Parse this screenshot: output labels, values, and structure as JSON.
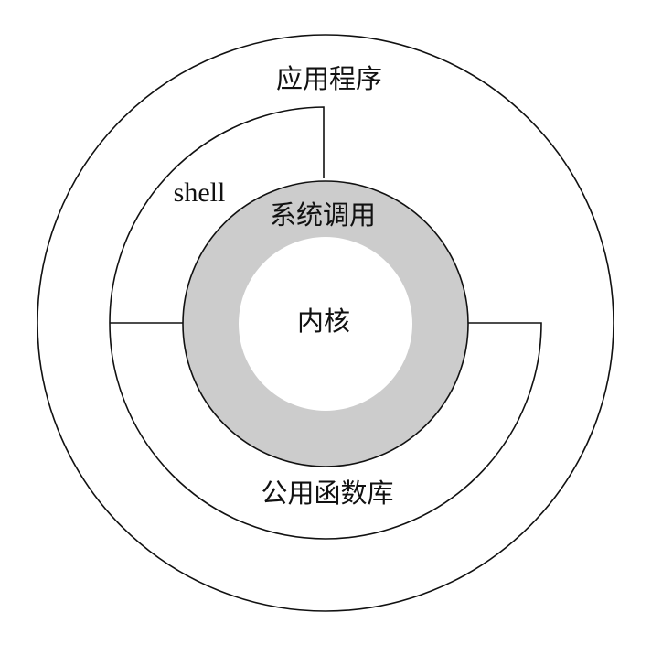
{
  "diagram": {
    "labels": {
      "applications": "应用程序",
      "shell": "shell",
      "system_calls": "系统调用",
      "kernel": "内核",
      "library_routines": "公用函数库"
    },
    "colors": {
      "line": "#111111",
      "system_call_ring": "#cccccc",
      "kernel_fill": "#ffffff",
      "background": "#ffffff"
    }
  }
}
